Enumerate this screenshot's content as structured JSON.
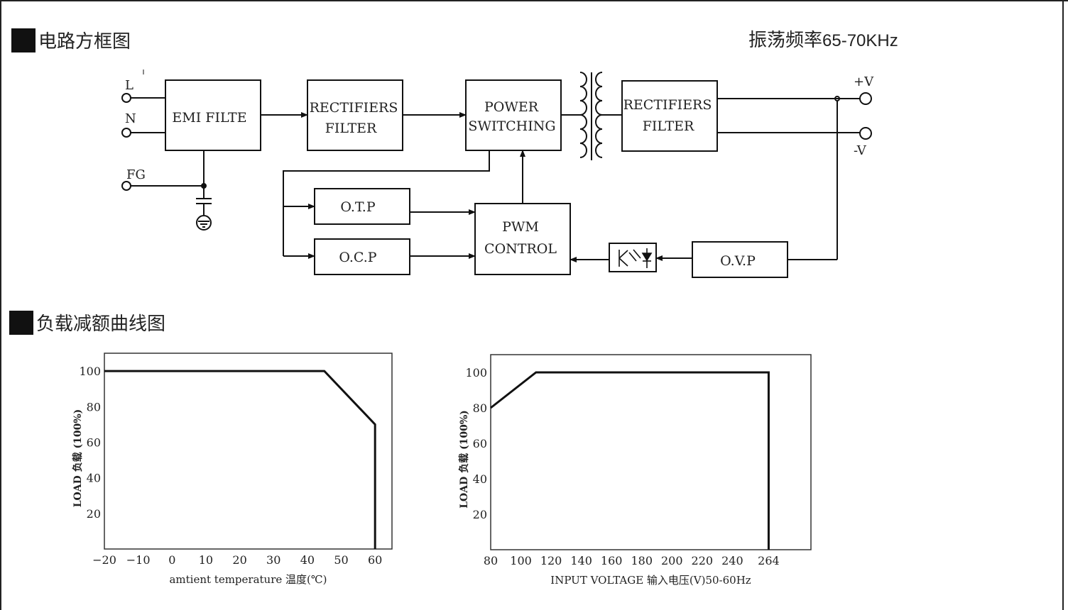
{
  "sections": {
    "block_diagram_title": "电路方框图",
    "derating_title": "负载减额曲线图"
  },
  "frequency": {
    "label": "振荡频率",
    "value": "65-70KHz"
  },
  "terminals": {
    "l": "L",
    "n": "N",
    "fg": "FG",
    "vpos": "+V",
    "vneg": "-V"
  },
  "blocks": {
    "emi": [
      "EMI FILTE"
    ],
    "rect1": [
      "RECTIFIERS",
      "FILTER"
    ],
    "power": [
      "POWER",
      "SWITCHING"
    ],
    "rect2": [
      "RECTIFIERS",
      "FILTER"
    ],
    "otp": [
      "O.T.P"
    ],
    "ocp": [
      "O.C.P"
    ],
    "pwm": [
      "PWM",
      "CONTROL"
    ],
    "ovp": [
      "O.V.P"
    ]
  },
  "colors": {
    "ink": "#111111",
    "background": "#ffffff"
  },
  "chart_data": [
    {
      "type": "line",
      "title": "",
      "xlabel": "amtient temperature 温度(℃)",
      "ylabel": "LOAD 负载 (100%)",
      "x_ticks": [
        -20,
        -10,
        0,
        10,
        20,
        30,
        40,
        50,
        60
      ],
      "y_ticks": [
        20,
        40,
        60,
        80,
        100
      ],
      "xlim": [
        -20,
        65
      ],
      "ylim": [
        0,
        110
      ],
      "grid": false,
      "series": [
        {
          "x": [
            -20,
            45,
            60,
            60
          ],
          "y": [
            100,
            100,
            70,
            0
          ]
        }
      ]
    },
    {
      "type": "line",
      "title": "",
      "xlabel": "INPUT VOLTAGE 输入电压(V)50-60Hz",
      "ylabel": "LOAD 负载 (100%)",
      "x_ticks": [
        80,
        100,
        120,
        140,
        160,
        180,
        200,
        220,
        240,
        264
      ],
      "y_ticks": [
        20,
        40,
        60,
        80,
        100
      ],
      "xlim": [
        80,
        292
      ],
      "ylim": [
        0,
        110
      ],
      "grid": false,
      "series": [
        {
          "x": [
            80,
            110,
            264,
            264
          ],
          "y": [
            80,
            100,
            100,
            0
          ]
        }
      ]
    }
  ]
}
